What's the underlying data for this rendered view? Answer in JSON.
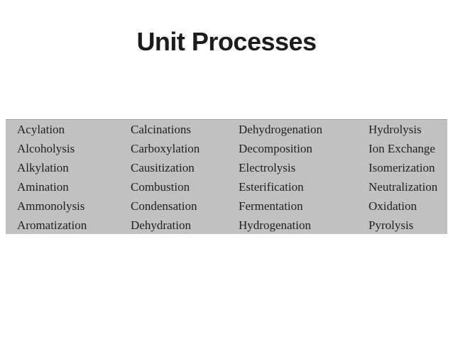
{
  "slide": {
    "title": "Unit Processes",
    "table": {
      "background_color": "#c1c1c1",
      "text_color": "#1f1f1f",
      "columns": [
        {
          "items": [
            "Acylation",
            "Alcoholysis",
            "Alkylation",
            "Amination",
            "Ammonolysis",
            "Aromatization"
          ]
        },
        {
          "items": [
            "Calcinations",
            "Carboxylation",
            "Causitization",
            "Combustion",
            "Condensation",
            "Dehydration"
          ]
        },
        {
          "items": [
            "Dehydrogenation",
            "Decomposition",
            "Electrolysis",
            "Esterification",
            "Fermentation",
            "Hydrogenation"
          ]
        },
        {
          "items": [
            "Hydrolysis",
            "Ion Exchange",
            "Isomerization",
            "Neutralization",
            "Oxidation",
            "Pyrolysis"
          ]
        }
      ]
    }
  }
}
